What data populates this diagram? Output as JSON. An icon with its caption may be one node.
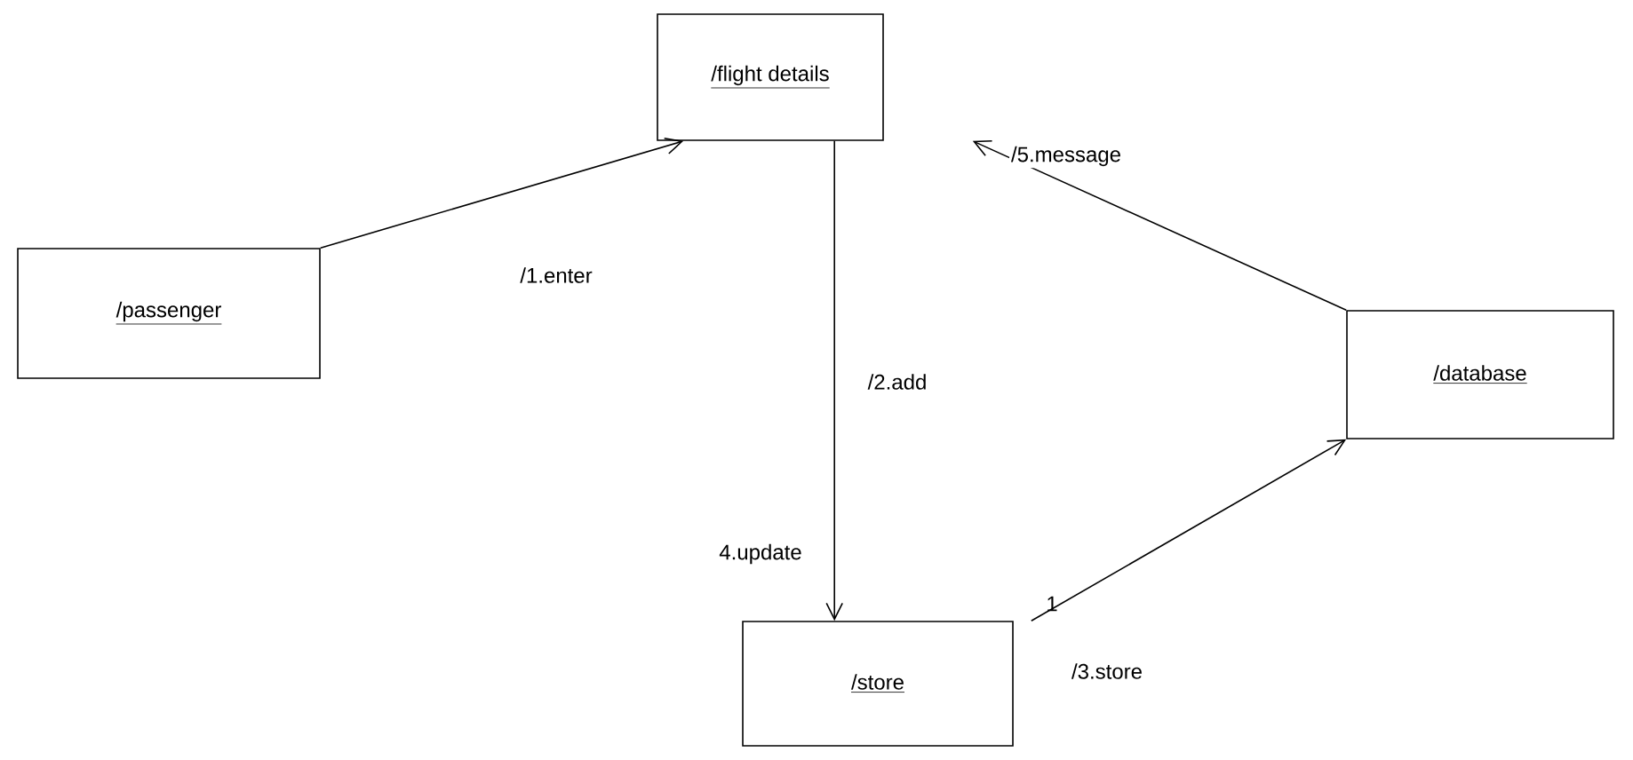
{
  "diagram": {
    "nodes": [
      {
        "text": [
          "/flight details"
        ]
      },
      {
        "text": [
          "/passenger"
        ]
      },
      {
        "text": [
          "/database"
        ]
      },
      {
        "text": [
          "/store"
        ]
      }
    ],
    "edges": [
      {
        "from": 1,
        "to": 0,
        "arrow": "to",
        "label": "/1.enter"
      },
      {
        "from": 0,
        "to": 3,
        "arrow": "to",
        "label": "/2.add"
      },
      {
        "from": 3,
        "to": 2,
        "arrow": "to",
        "label": "/3.store"
      },
      {
        "from": 2,
        "to": 0,
        "arrow": "to",
        "label": "/5.message"
      }
    ],
    "labels": [
      "4.update",
      "1"
    ]
  }
}
